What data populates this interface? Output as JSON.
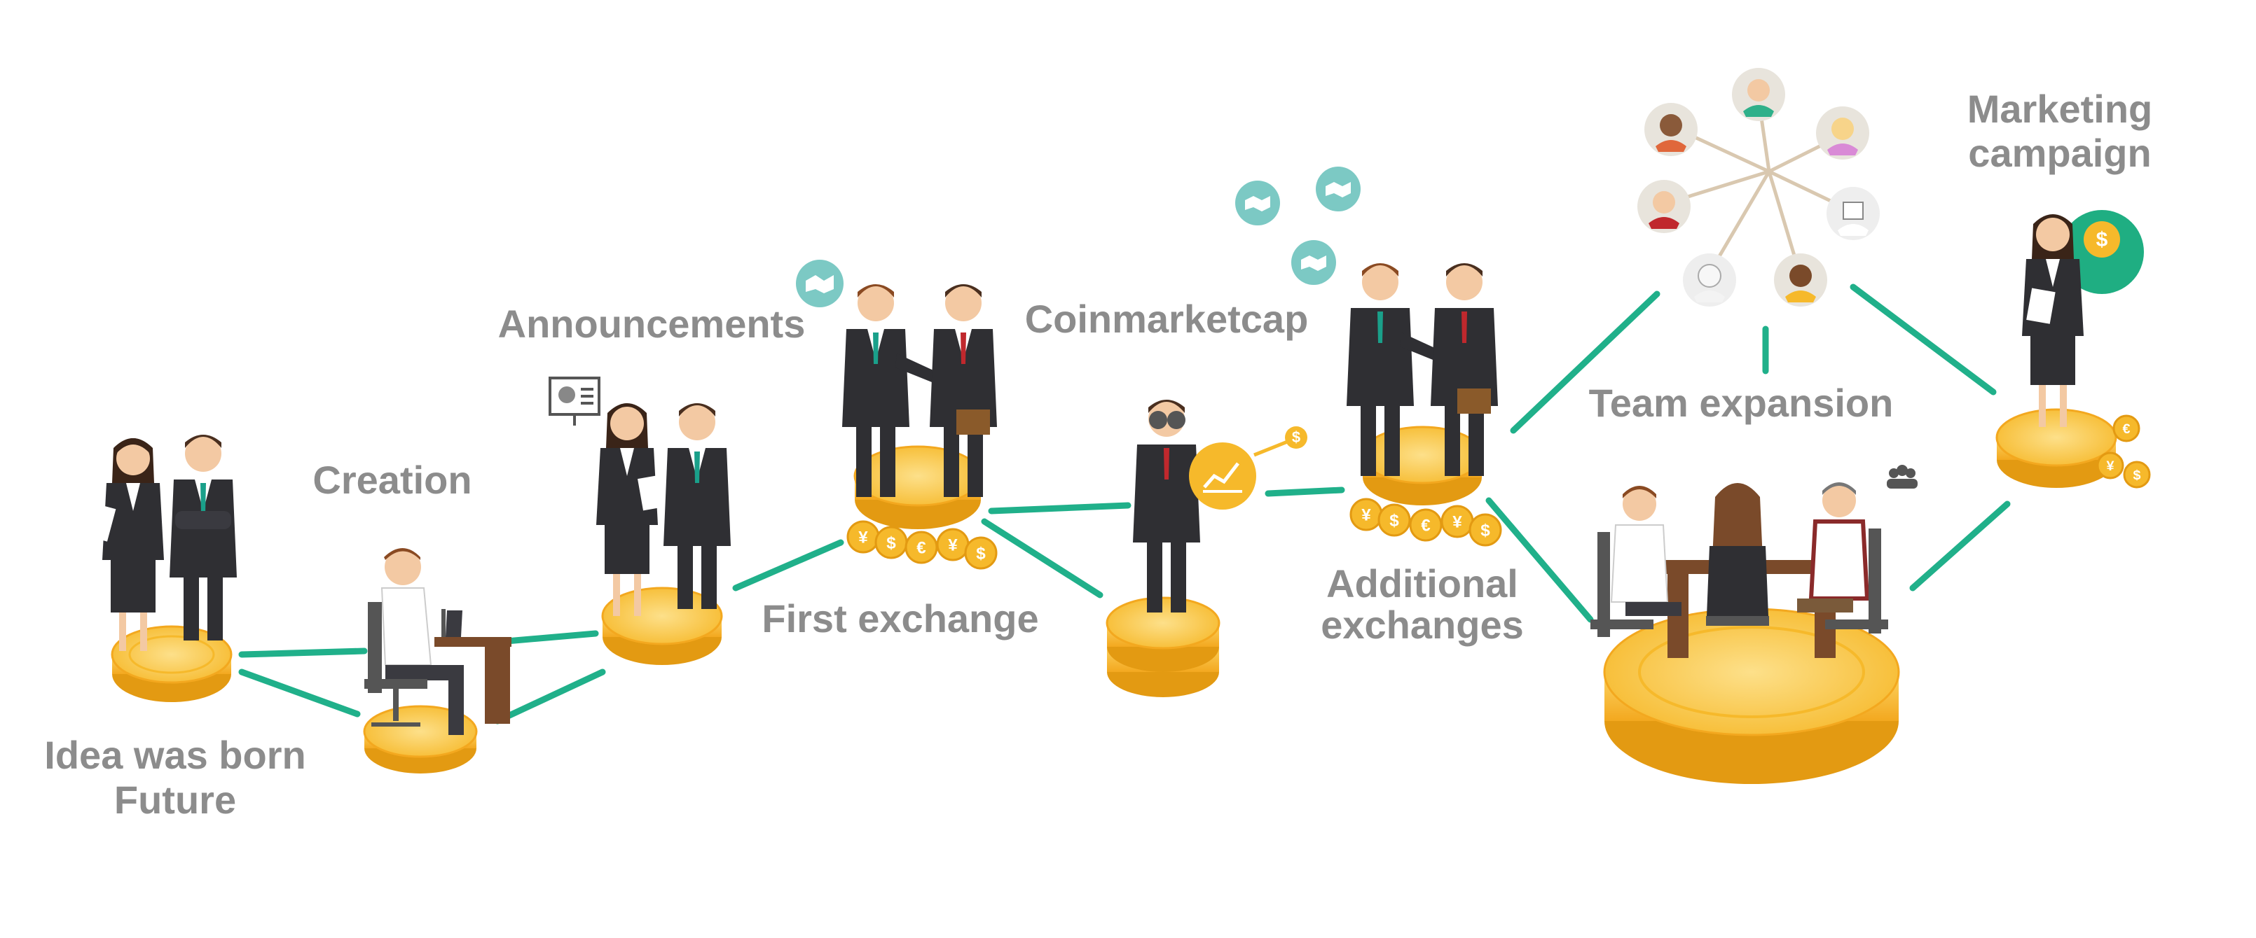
{
  "colors": {
    "connector": "#20b08a",
    "coin_gold": "#f6b92b",
    "coin_light": "#fdd463",
    "coin_dark": "#e39a12",
    "label_gray": "#8c8c8c",
    "suit": "#2f2f33",
    "skin": "#f3c9a3",
    "hair_brown": "#4a2f1f",
    "teal_icon": "#7cc9c4",
    "green_circle": "#1fae82",
    "desk_brown": "#7a4a2a"
  },
  "labels": {
    "idea_line1": "Idea was born",
    "idea_line2": "Future",
    "creation": "Creation",
    "announcements": "Announcements",
    "first_exchange": "First exchange",
    "coinmarketcap": "Coinmarketcap",
    "additional_line1": "Additional",
    "additional_line2": "exchanges",
    "team_expansion": "Team expansion",
    "marketing_line1": "Marketing",
    "marketing_line2": "campaign"
  },
  "currency_symbols": {
    "first_exchange": [
      "¥",
      "$",
      "€",
      "¥",
      "$"
    ],
    "additional_exchanges": [
      "¥",
      "$",
      "€",
      "¥",
      "$"
    ],
    "marketing": [
      "€",
      "¥",
      "$"
    ],
    "coinmarketcap_small": "$",
    "marketing_big": "$"
  },
  "icons": {
    "handshake": "handshake-icon",
    "presentation": "presentation-screen-icon",
    "chart": "line-chart-icon",
    "group": "group-people-icon"
  }
}
